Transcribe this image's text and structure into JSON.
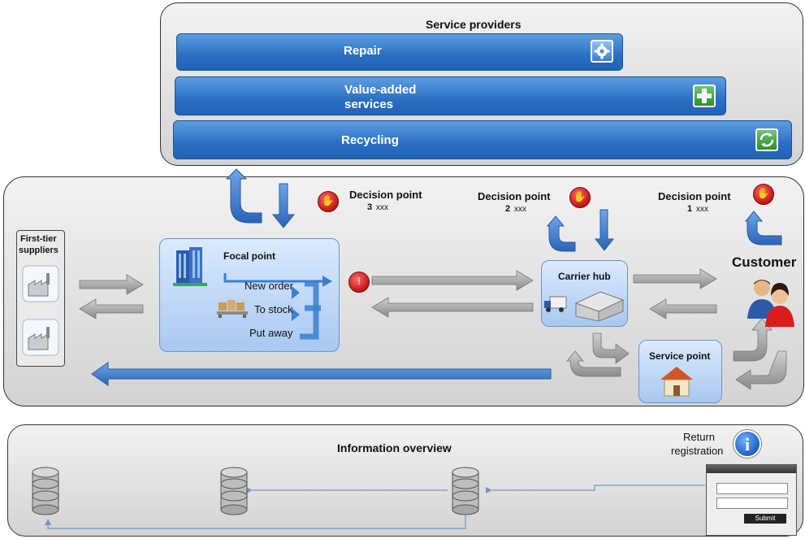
{
  "service_providers": {
    "title": "Service providers",
    "items": [
      {
        "label": "Repair",
        "icon": "gear-icon"
      },
      {
        "label_line1": "Value-added",
        "label_line2": "services",
        "icon": "plus-icon"
      },
      {
        "label": "Recycling",
        "icon": "recycle-icon"
      }
    ]
  },
  "flow": {
    "first_tier": {
      "line1": "First-tier",
      "line2": "suppliers"
    },
    "focal_point": {
      "title": "Focal point",
      "steps": [
        "New order",
        "To stock",
        "Put away"
      ]
    },
    "carrier_hub": "Carrier hub",
    "service_point": "Service point",
    "customer": "Customer",
    "decision_points": [
      {
        "label": "Decision point",
        "number": "3",
        "suffix": "xxx"
      },
      {
        "label": "Decision point",
        "number": "2",
        "suffix": "xxx"
      },
      {
        "label": "Decision point",
        "number": "1",
        "suffix": "xxx"
      }
    ]
  },
  "information": {
    "title": "Information overview",
    "return_line1": "Return",
    "return_line2": "registration",
    "submit_label": "Submit"
  },
  "colors": {
    "arrow_blue": "#3a7fd0",
    "arrow_gray": "#9b9b9b",
    "stop_red": "#c11414"
  }
}
